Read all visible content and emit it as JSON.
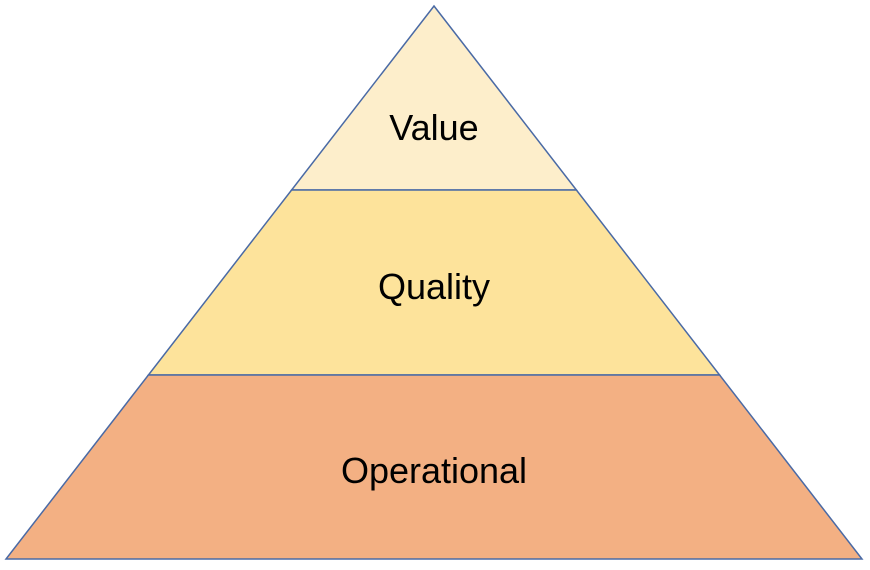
{
  "diagram": {
    "type": "pyramid",
    "stroke_color": "#4a6aa5",
    "layers": [
      {
        "label": "Value",
        "fill": "#fdeecb"
      },
      {
        "label": "Quality",
        "fill": "#fde39b"
      },
      {
        "label": "Operational",
        "fill": "#f3b083"
      }
    ]
  }
}
